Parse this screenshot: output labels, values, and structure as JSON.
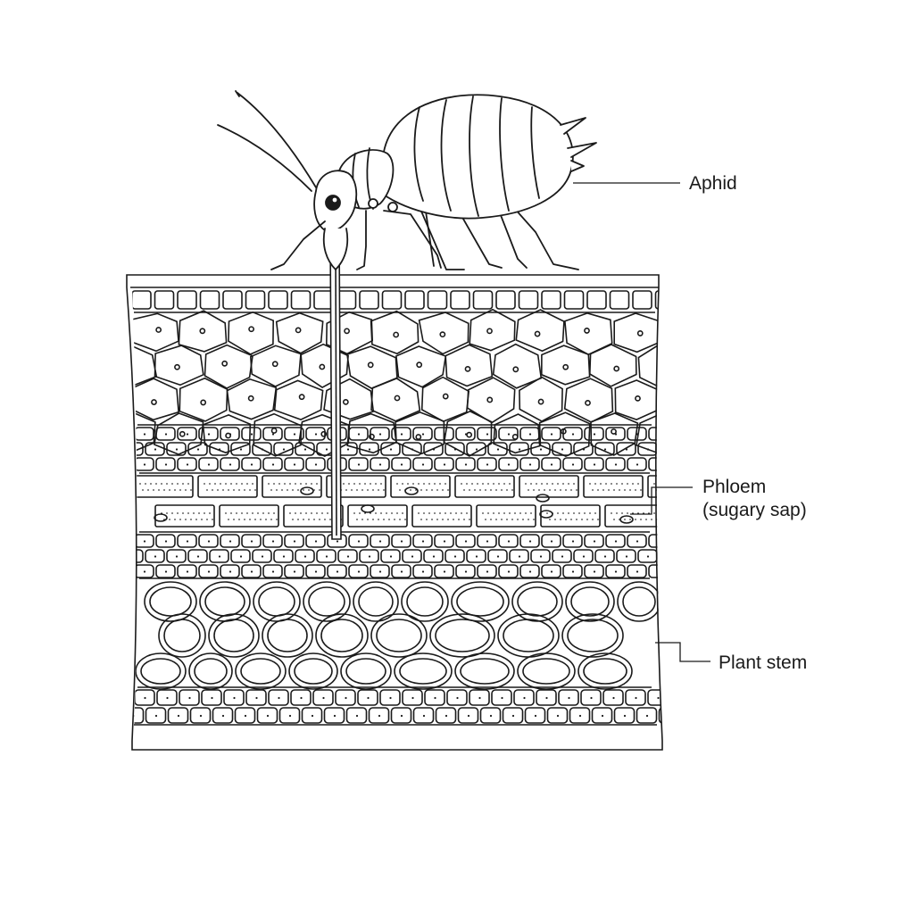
{
  "labels": {
    "aphid": "Aphid",
    "phloem_line1": "Phloem",
    "phloem_line2": "(sugary sap)",
    "plant_stem": "Plant stem"
  },
  "colors": {
    "ink": "#1a1a1a",
    "background": "#ffffff"
  }
}
